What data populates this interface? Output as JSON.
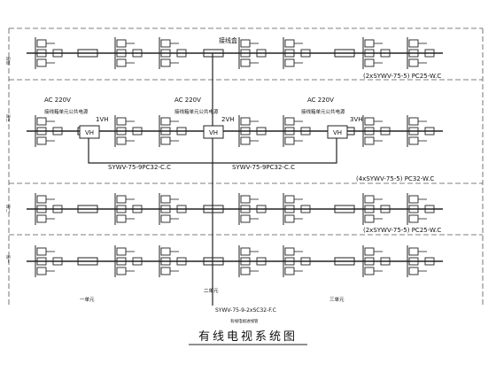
{
  "title": "有线电视系统图",
  "floor_labels": [
    "四层",
    "三层",
    "二层",
    "一层"
  ],
  "unit_labels": [
    "一单元",
    "二单元",
    "三单元"
  ],
  "top_label": "接线盒",
  "power_labels": [
    "AC 220V",
    "AC 220V",
    "AC 220V"
  ],
  "power_notes": [
    "接线箱单元公共电源",
    "接线箱单元公共电源",
    "接线箱单元公共电源"
  ],
  "vh_boxes": [
    "VH",
    "VH",
    "VH"
  ],
  "vh_numbers": [
    "1VH",
    "2VH",
    "3VH"
  ],
  "riser_labels": [
    "SYWV-75-9PC32-C.C",
    "SYWV-75-9PC32-C.C"
  ],
  "row_cables": [
    "(2xSYWV-75-5) PC25-W.C",
    "(4xSYWV-75-5) PC32-W.C",
    "(2xSYWV-75-5) PC25-W.C"
  ],
  "main_cable": "SYWV-75-9-2xSC32-F.C",
  "main_cable_note": "有线电视进线管",
  "colors": {
    "line": "#222222",
    "dash": "#555555",
    "background": "#ffffff"
  }
}
